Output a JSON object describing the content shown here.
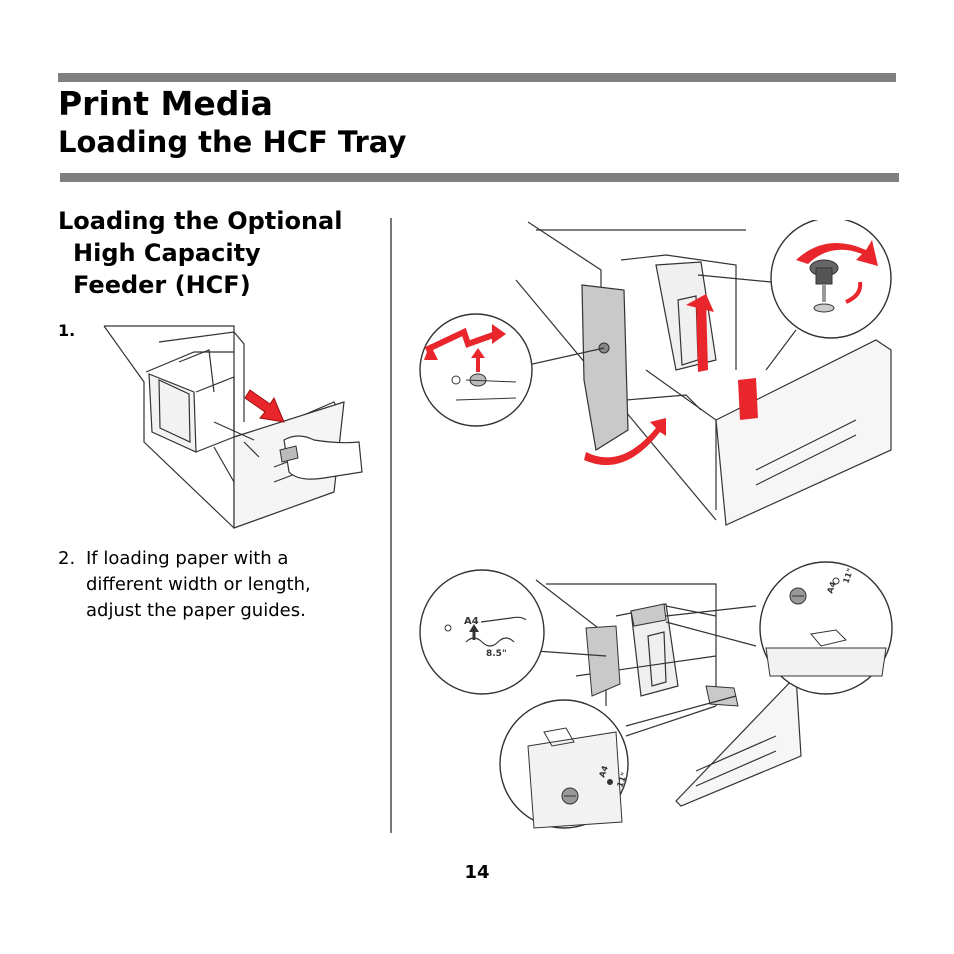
{
  "header": {
    "title": "Print Media",
    "subtitle": "Loading the HCF Tray"
  },
  "section": {
    "heading_line1": "Loading the Optional",
    "heading_line2": "High Capacity",
    "heading_line3": "Feeder (HCF)"
  },
  "steps": [
    {
      "number": "1."
    },
    {
      "number": "2.",
      "text": "If loading paper with a different width or length, adjust the paper guides."
    }
  ],
  "figures": {
    "guide_labels": [
      "A4",
      "8.5\"",
      "A4",
      "11\"",
      "A4",
      "11\""
    ]
  },
  "footer": {
    "page_number": "14"
  },
  "colors": {
    "rule": "#808080",
    "accent_arrow": "#e8262b"
  }
}
